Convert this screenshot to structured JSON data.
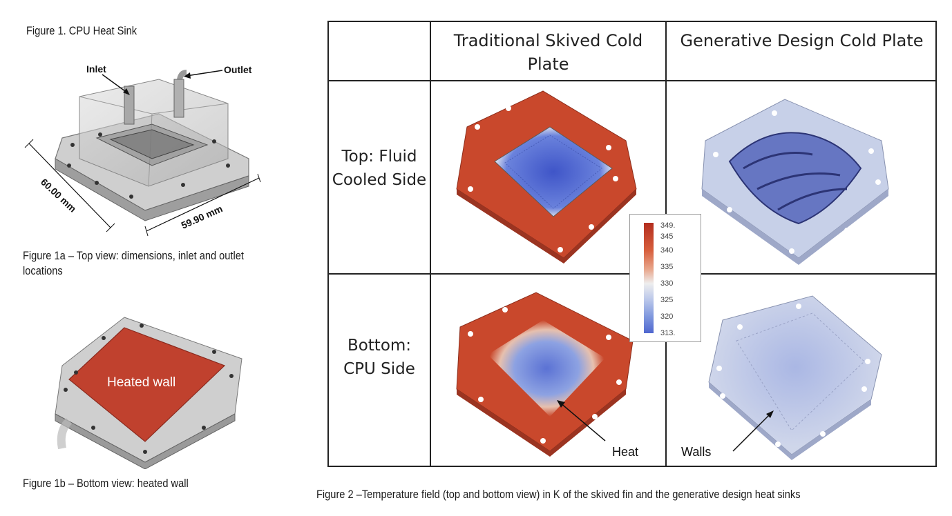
{
  "figure1": {
    "title": "Figure 1. CPU Heat Sink",
    "labels": {
      "inlet": "Inlet",
      "outlet": "Outlet",
      "dim1": "60.00 mm",
      "dim2": "59.90 mm",
      "heated_wall": "Heated wall"
    },
    "caption_a": "Figure 1a – Top view: dimensions, inlet and outlet locations",
    "caption_b": "Figure 1b – Bottom view: heated wall"
  },
  "figure2": {
    "columns": [
      "Traditional Skived Cold Plate",
      "Generative Design Cold Plate"
    ],
    "rows": [
      "Top: Fluid Cooled Side",
      "Bottom: CPU Side"
    ],
    "legend_ticks": [
      "349.",
      "345",
      "340",
      "335",
      "330",
      "325",
      "320",
      "313."
    ],
    "annotations": {
      "heat": "Heat",
      "walls": "Walls"
    },
    "caption": "Figure 2 –Temperature field (top and bottom view) in K of the skived fin and the generative design heat sinks"
  },
  "colors": {
    "hot": "#c2402a",
    "cold": "#4f66cf",
    "neutral": "#c9d2e8",
    "heated_wall": "#c0412e"
  }
}
